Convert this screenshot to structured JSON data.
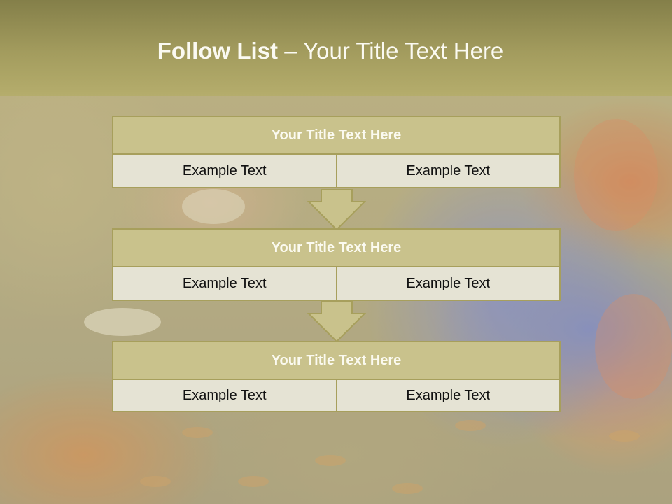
{
  "slide": {
    "title_bold": "Follow List",
    "title_rest": "– Your Title Text Here"
  },
  "blocks": [
    {
      "title": "Your Title Text Here",
      "left": "Example Text",
      "right": "Example Text"
    },
    {
      "title": "Your Title Text Here",
      "left": "Example Text",
      "right": "Example Text"
    },
    {
      "title": "Your Title Text Here",
      "left": "Example Text",
      "right": "Example Text"
    }
  ],
  "colors": {
    "header": "#a39c5e",
    "block_title_fill": "#c9c28c",
    "cell_fill": "#e5e3d4",
    "border": "#a79f5c"
  }
}
